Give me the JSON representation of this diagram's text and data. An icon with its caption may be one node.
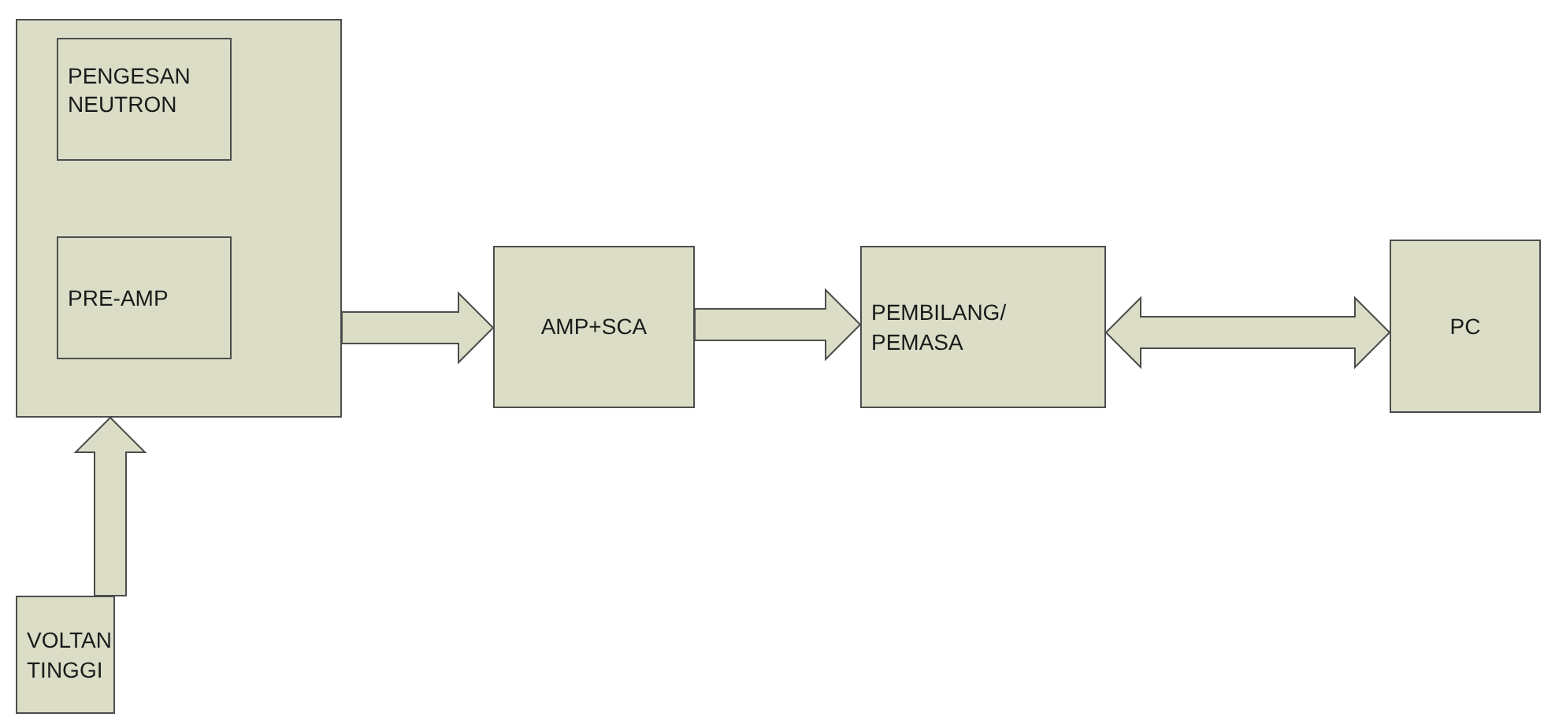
{
  "diagram": {
    "nodes": [
      {
        "text": [],
        "shape": "box"
      },
      {
        "text": [
          "PENGESAN NEUTRON"
        ],
        "in": 0
      },
      {
        "text": [
          "PRE-AMP"
        ],
        "in": 0
      },
      {
        "text": [
          "AMP+SCA"
        ]
      },
      {
        "text": [
          "PEMBILANG/ PEMASA"
        ]
      },
      {
        "text": [
          "PC"
        ]
      },
      {
        "text": [
          "VOLTAN TINGGI"
        ]
      }
    ],
    "edges": [
      {
        "from": 0,
        "to": 3,
        "arrow": "to"
      },
      {
        "from": 3,
        "to": 4,
        "arrow": "to"
      },
      {
        "from": 4,
        "to": 5,
        "arrow": "both"
      },
      {
        "from": 6,
        "to": 0,
        "arrow": "to"
      }
    ]
  }
}
